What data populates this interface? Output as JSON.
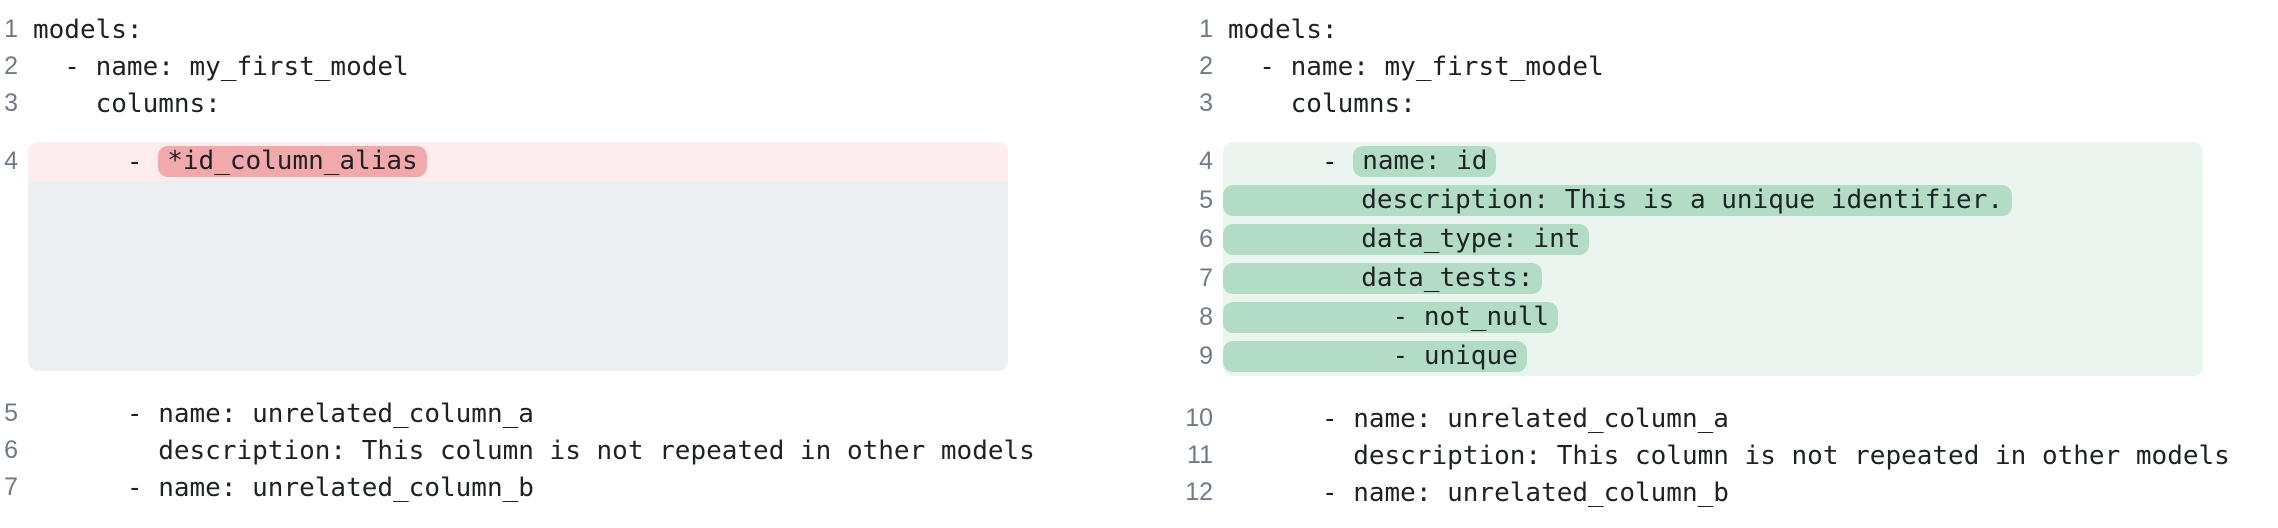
{
  "colors": {
    "removed_line_bg": "#fdedee",
    "removed_token_bg": "#f2a9ac",
    "added_line_bg": "#eaf5ef",
    "added_token_bg": "#b2ddc4",
    "collapsed_spacer_bg": "#eceef0",
    "line_number_text": "#6f7a89",
    "code_text": "#1e2227"
  },
  "left": {
    "pre": [
      {
        "num": "1",
        "text": "models:"
      },
      {
        "num": "2",
        "text": "  - name: my_first_model"
      },
      {
        "num": "3",
        "text": "    columns:"
      }
    ],
    "removed": {
      "num": "4",
      "prefix": "      - ",
      "token": "*id_column_alias"
    },
    "post": [
      {
        "num": "5",
        "text": "      - name: unrelated_column_a"
      },
      {
        "num": "6",
        "text": "        description: This column is not repeated in other models"
      },
      {
        "num": "7",
        "text": "      - name: unrelated_column_b"
      }
    ]
  },
  "right": {
    "pre": [
      {
        "num": "1",
        "text": "models:"
      },
      {
        "num": "2",
        "text": "  - name: my_first_model"
      },
      {
        "num": "3",
        "text": "    columns:"
      }
    ],
    "added": [
      {
        "num": "4",
        "prefix": "      - ",
        "token": "name: id"
      },
      {
        "num": "5",
        "token": "        description: This is a unique identifier."
      },
      {
        "num": "6",
        "token": "        data_type: int"
      },
      {
        "num": "7",
        "token": "        data_tests:"
      },
      {
        "num": "8",
        "token": "          - not_null"
      },
      {
        "num": "9",
        "token": "          - unique"
      }
    ],
    "post": [
      {
        "num": "10",
        "text": "      - name: unrelated_column_a"
      },
      {
        "num": "11",
        "text": "        description: This column is not repeated in other models"
      },
      {
        "num": "12",
        "text": "      - name: unrelated_column_b"
      }
    ]
  }
}
